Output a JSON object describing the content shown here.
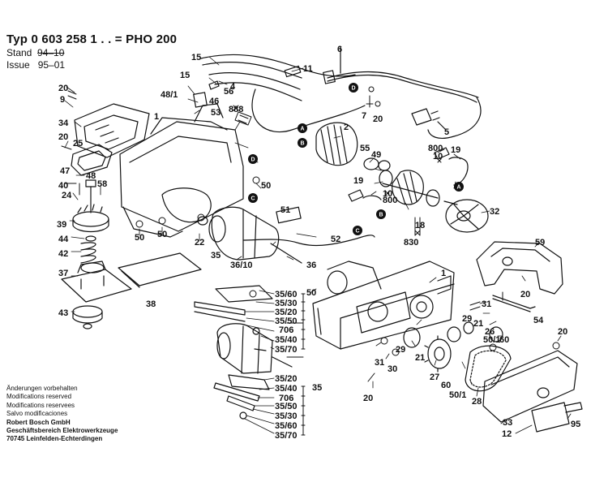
{
  "header": {
    "title": "Typ 0 603 258 1 . . = PHO 200",
    "stand_label": "Stand",
    "stand_value": "94–10",
    "issue_label": "Issue",
    "issue_value": "95–01"
  },
  "notes": [
    "Änderungen vorbehalten",
    "Modifications reserved",
    "Modifications reservees",
    "Salvo modificaciones",
    "Robert Bosch GmbH",
    "Geschäftsbereich Elektrowerkzeuge",
    "70745 Leinfelden-Echterdingen"
  ],
  "part_labels": [
    {
      "id": "p1a",
      "text": "1"
    },
    {
      "id": "p1b",
      "text": "1"
    },
    {
      "id": "p2",
      "text": "2"
    },
    {
      "id": "p4",
      "text": "4"
    },
    {
      "id": "p5",
      "text": "5"
    },
    {
      "id": "p6",
      "text": "6"
    },
    {
      "id": "p7",
      "text": "7"
    },
    {
      "id": "p9",
      "text": "9"
    },
    {
      "id": "p10a",
      "text": "10"
    },
    {
      "id": "p10b",
      "text": "10"
    },
    {
      "id": "p11",
      "text": "11"
    },
    {
      "id": "p12",
      "text": "12"
    },
    {
      "id": "p15a",
      "text": "15"
    },
    {
      "id": "p15b",
      "text": "15"
    },
    {
      "id": "p18",
      "text": "18"
    },
    {
      "id": "p19a",
      "text": "19"
    },
    {
      "id": "p19b",
      "text": "19"
    },
    {
      "id": "p20a",
      "text": "20"
    },
    {
      "id": "p20b",
      "text": "20"
    },
    {
      "id": "p20c",
      "text": "20"
    },
    {
      "id": "p20d",
      "text": "20"
    },
    {
      "id": "p20e",
      "text": "20"
    },
    {
      "id": "p20f",
      "text": "20"
    },
    {
      "id": "p21a",
      "text": "21"
    },
    {
      "id": "p21b",
      "text": "21"
    },
    {
      "id": "p22",
      "text": "22"
    },
    {
      "id": "p24",
      "text": "24"
    },
    {
      "id": "p25",
      "text": "25"
    },
    {
      "id": "p26",
      "text": "26"
    },
    {
      "id": "p27",
      "text": "27"
    },
    {
      "id": "p28",
      "text": "28"
    },
    {
      "id": "p29a",
      "text": "29"
    },
    {
      "id": "p29b",
      "text": "29"
    },
    {
      "id": "p30",
      "text": "30"
    },
    {
      "id": "p31a",
      "text": "31"
    },
    {
      "id": "p31b",
      "text": "31"
    },
    {
      "id": "p32",
      "text": "32"
    },
    {
      "id": "p33",
      "text": "33"
    },
    {
      "id": "p34",
      "text": "34"
    },
    {
      "id": "p35a",
      "text": "35"
    },
    {
      "id": "p35b",
      "text": "35"
    },
    {
      "id": "p36",
      "text": "36"
    },
    {
      "id": "p3610",
      "text": "36/10"
    },
    {
      "id": "p37",
      "text": "37"
    },
    {
      "id": "p38",
      "text": "38"
    },
    {
      "id": "p39",
      "text": "39"
    },
    {
      "id": "p40",
      "text": "40"
    },
    {
      "id": "p42",
      "text": "42"
    },
    {
      "id": "p43",
      "text": "43"
    },
    {
      "id": "p44",
      "text": "44"
    },
    {
      "id": "p46",
      "text": "46"
    },
    {
      "id": "p47",
      "text": "47"
    },
    {
      "id": "p48",
      "text": "48"
    },
    {
      "id": "p481",
      "text": "48/1"
    },
    {
      "id": "p49",
      "text": "49"
    },
    {
      "id": "p50a",
      "text": "50"
    },
    {
      "id": "p50b",
      "text": "50"
    },
    {
      "id": "p50c",
      "text": "50"
    },
    {
      "id": "p50d",
      "text": "50"
    },
    {
      "id": "p501a",
      "text": "50/1"
    },
    {
      "id": "p501b",
      "text": "50/1"
    },
    {
      "id": "p51",
      "text": "51"
    },
    {
      "id": "p52",
      "text": "52"
    },
    {
      "id": "p53",
      "text": "53"
    },
    {
      "id": "p54",
      "text": "54"
    },
    {
      "id": "p55",
      "text": "55"
    },
    {
      "id": "p56",
      "text": "56"
    },
    {
      "id": "p58",
      "text": "58"
    },
    {
      "id": "p59",
      "text": "59"
    },
    {
      "id": "p60a",
      "text": "60"
    },
    {
      "id": "p60b",
      "text": "60"
    },
    {
      "id": "p95",
      "text": "95"
    },
    {
      "id": "p800a",
      "text": "800"
    },
    {
      "id": "p800b",
      "text": "800"
    },
    {
      "id": "p830",
      "text": "830"
    },
    {
      "id": "p888",
      "text": "888"
    },
    {
      "id": "s3560a",
      "text": "35/60"
    },
    {
      "id": "s3530a",
      "text": "35/30"
    },
    {
      "id": "s3520a",
      "text": "35/20"
    },
    {
      "id": "s3550a",
      "text": "35/50"
    },
    {
      "id": "s706a",
      "text": "706"
    },
    {
      "id": "s3540a",
      "text": "35/40"
    },
    {
      "id": "s3570a",
      "text": "35/70"
    },
    {
      "id": "s3520b",
      "text": "35/20"
    },
    {
      "id": "s3540b",
      "text": "35/40"
    },
    {
      "id": "s706b",
      "text": "706"
    },
    {
      "id": "s3550b",
      "text": "35/50"
    },
    {
      "id": "s3530b",
      "text": "35/30"
    },
    {
      "id": "s3560b",
      "text": "35/60"
    },
    {
      "id": "s3570b",
      "text": "35/70"
    }
  ],
  "markers": [
    {
      "id": "mA1",
      "text": "A"
    },
    {
      "id": "mA2",
      "text": "A"
    },
    {
      "id": "mB1",
      "text": "B"
    },
    {
      "id": "mB2",
      "text": "B"
    },
    {
      "id": "mC1",
      "text": "C"
    },
    {
      "id": "mC2",
      "text": "C"
    },
    {
      "id": "mD1",
      "text": "D"
    },
    {
      "id": "mD2",
      "text": "D"
    }
  ]
}
